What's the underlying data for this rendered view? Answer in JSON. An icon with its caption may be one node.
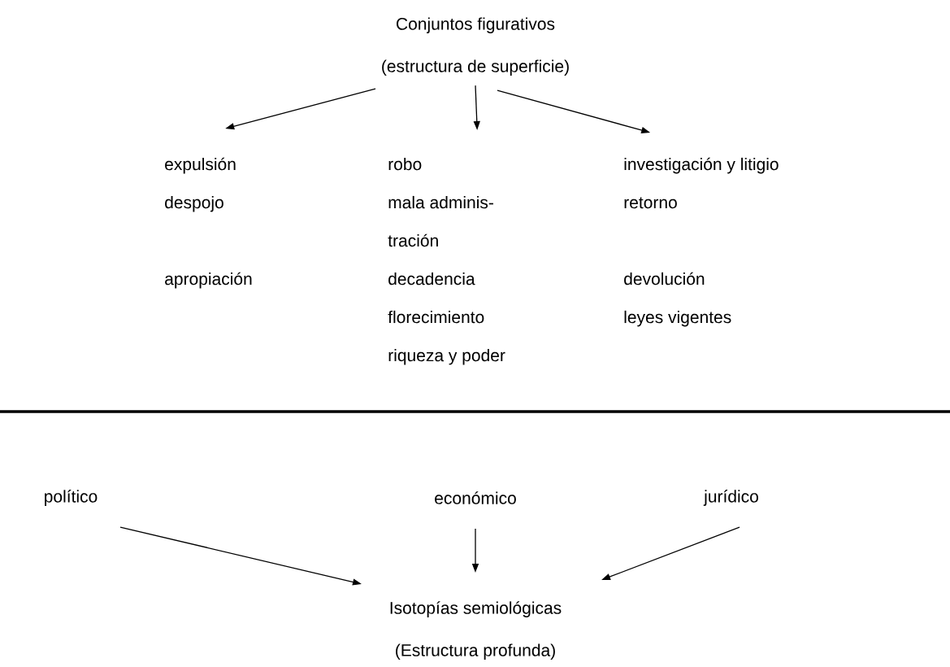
{
  "diagram": {
    "nodes": [
      {
        "text": [
          "Conjuntos figurativos",
          "(estructura de superficie)"
        ]
      },
      {
        "text": [
          "expulsión",
          "despojo",
          "apropiación"
        ]
      },
      {
        "text": [
          "robo",
          "mala adminis- tración",
          "decadencia",
          "florecimiento",
          "riqueza y poder"
        ]
      },
      {
        "text": [
          "investigación y litigio",
          "retorno",
          "devolución",
          "leyes vigentes"
        ]
      },
      {
        "text": [
          "político"
        ]
      },
      {
        "text": [
          "económico"
        ]
      },
      {
        "text": [
          "jurídico"
        ]
      },
      {
        "text": [
          "Isotopías semiológicas",
          "(Estructura profunda)"
        ]
      }
    ],
    "edges": [
      {
        "from": 0,
        "to": 1,
        "arrow": "to"
      },
      {
        "from": 0,
        "to": 2,
        "arrow": "to"
      },
      {
        "from": 0,
        "to": 3,
        "arrow": "to"
      },
      {
        "from": 4,
        "to": 7,
        "arrow": "to"
      },
      {
        "from": 5,
        "to": 7,
        "arrow": "to"
      },
      {
        "from": 6,
        "to": 7,
        "arrow": "to"
      }
    ]
  }
}
